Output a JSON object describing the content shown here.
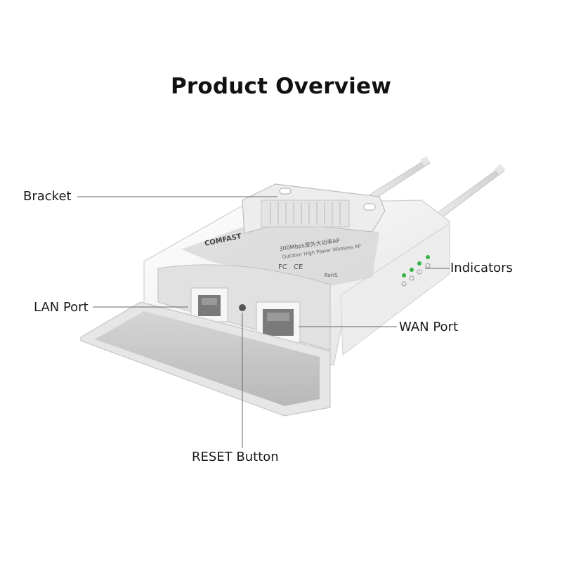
{
  "title": "Product Overview",
  "labels": {
    "bracket": "Bracket",
    "lan_port": "LAN Port",
    "indicators": "Indicators",
    "wan_port": "WAN Port",
    "reset_button": "RESET Button"
  },
  "device": {
    "brand": "COMFAST",
    "model_line": "300Mbps室外大功率AP",
    "sub_line": "Outdoor High Power Wireless AP",
    "cert_fc": "FC",
    "cert_ce": "CE",
    "cert_rohs": "RoHS"
  },
  "colors": {
    "body": "#f2f2f2",
    "shade": "#d9d9d9",
    "port": "#7a7a7a",
    "led": "#36b34a",
    "line": "#666666"
  }
}
